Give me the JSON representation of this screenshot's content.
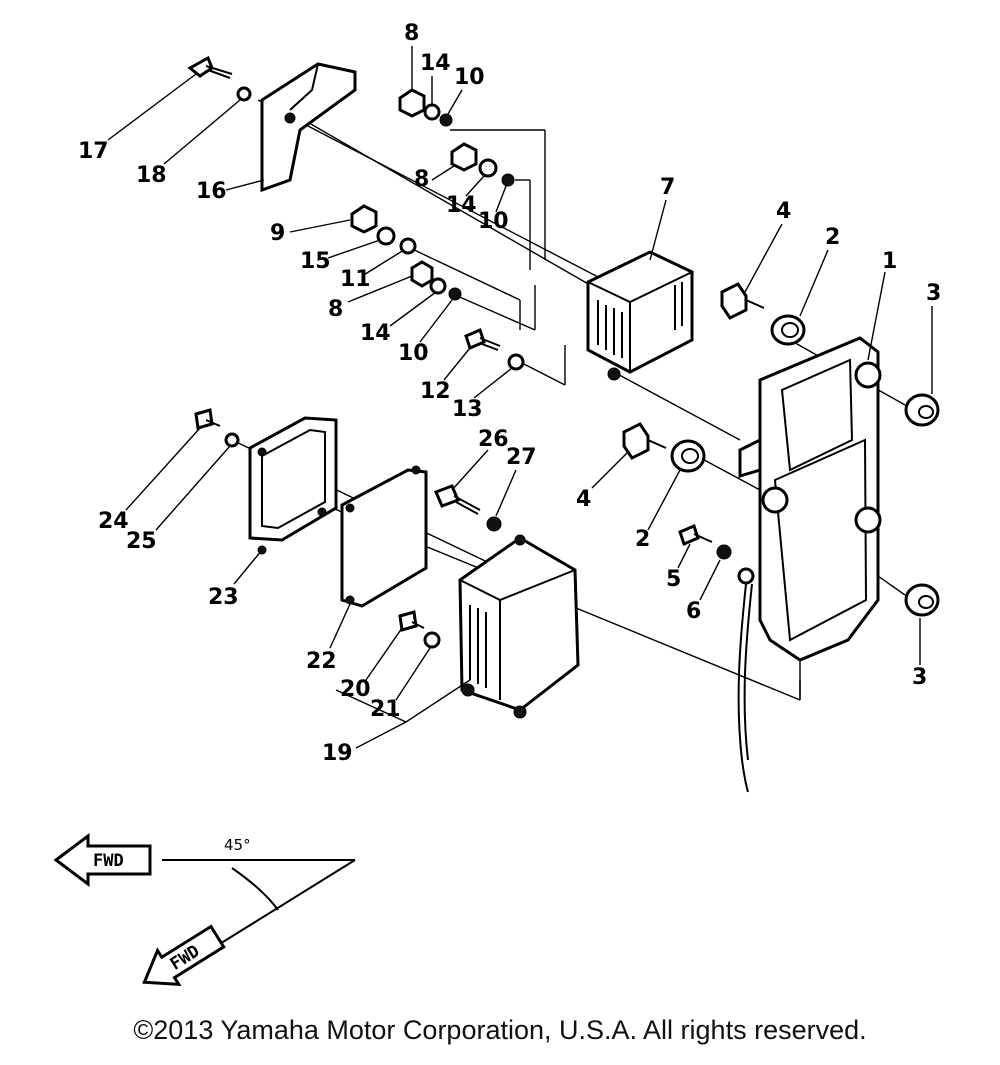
{
  "diagram": {
    "part_labels": [
      {
        "id": "1",
        "text": "1"
      },
      {
        "id": "2a",
        "text": "2"
      },
      {
        "id": "2b",
        "text": "2"
      },
      {
        "id": "3a",
        "text": "3"
      },
      {
        "id": "3b",
        "text": "3"
      },
      {
        "id": "4a",
        "text": "4"
      },
      {
        "id": "4b",
        "text": "4"
      },
      {
        "id": "5",
        "text": "5"
      },
      {
        "id": "6",
        "text": "6"
      },
      {
        "id": "7",
        "text": "7"
      },
      {
        "id": "8a",
        "text": "8"
      },
      {
        "id": "8b",
        "text": "8"
      },
      {
        "id": "8c",
        "text": "8"
      },
      {
        "id": "9",
        "text": "9"
      },
      {
        "id": "10a",
        "text": "10"
      },
      {
        "id": "10b",
        "text": "10"
      },
      {
        "id": "10c",
        "text": "10"
      },
      {
        "id": "11",
        "text": "11"
      },
      {
        "id": "12",
        "text": "12"
      },
      {
        "id": "13",
        "text": "13"
      },
      {
        "id": "14a",
        "text": "14"
      },
      {
        "id": "14b",
        "text": "14"
      },
      {
        "id": "14c",
        "text": "14"
      },
      {
        "id": "15",
        "text": "15"
      },
      {
        "id": "16",
        "text": "16"
      },
      {
        "id": "17",
        "text": "17"
      },
      {
        "id": "18",
        "text": "18"
      },
      {
        "id": "19",
        "text": "19"
      },
      {
        "id": "20",
        "text": "20"
      },
      {
        "id": "21",
        "text": "21"
      },
      {
        "id": "22",
        "text": "22"
      },
      {
        "id": "23",
        "text": "23"
      },
      {
        "id": "24",
        "text": "24"
      },
      {
        "id": "25",
        "text": "25"
      },
      {
        "id": "26",
        "text": "26"
      },
      {
        "id": "27",
        "text": "27"
      }
    ],
    "fwd_label_1": "FWD",
    "fwd_label_2": "FWD",
    "angle_label": "45°"
  },
  "copyright": "©2013 Yamaha Motor Corporation, U.S.A. All rights reserved."
}
